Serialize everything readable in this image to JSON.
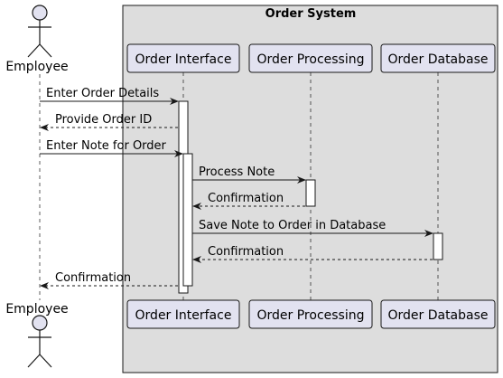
{
  "diagram": {
    "box_title": "Order System",
    "actor": {
      "name": "Employee"
    },
    "participants": [
      {
        "key": "interface",
        "name": "Order Interface"
      },
      {
        "key": "processing",
        "name": "Order Processing"
      },
      {
        "key": "database",
        "name": "Order Database"
      }
    ],
    "messages": [
      {
        "label": "Enter Order Details"
      },
      {
        "label": "Provide Order ID"
      },
      {
        "label": "Enter Note for Order"
      },
      {
        "label": "Process Note"
      },
      {
        "label": "Confirmation"
      },
      {
        "label": "Save Note to Order in Database"
      },
      {
        "label": "Confirmation"
      },
      {
        "label": "Confirmation"
      }
    ],
    "colors": {
      "box_fill": "#dddddd",
      "participant_fill": "#e2e2f0",
      "actor_fill": "#e2e2f0",
      "stroke": "#181818"
    }
  }
}
